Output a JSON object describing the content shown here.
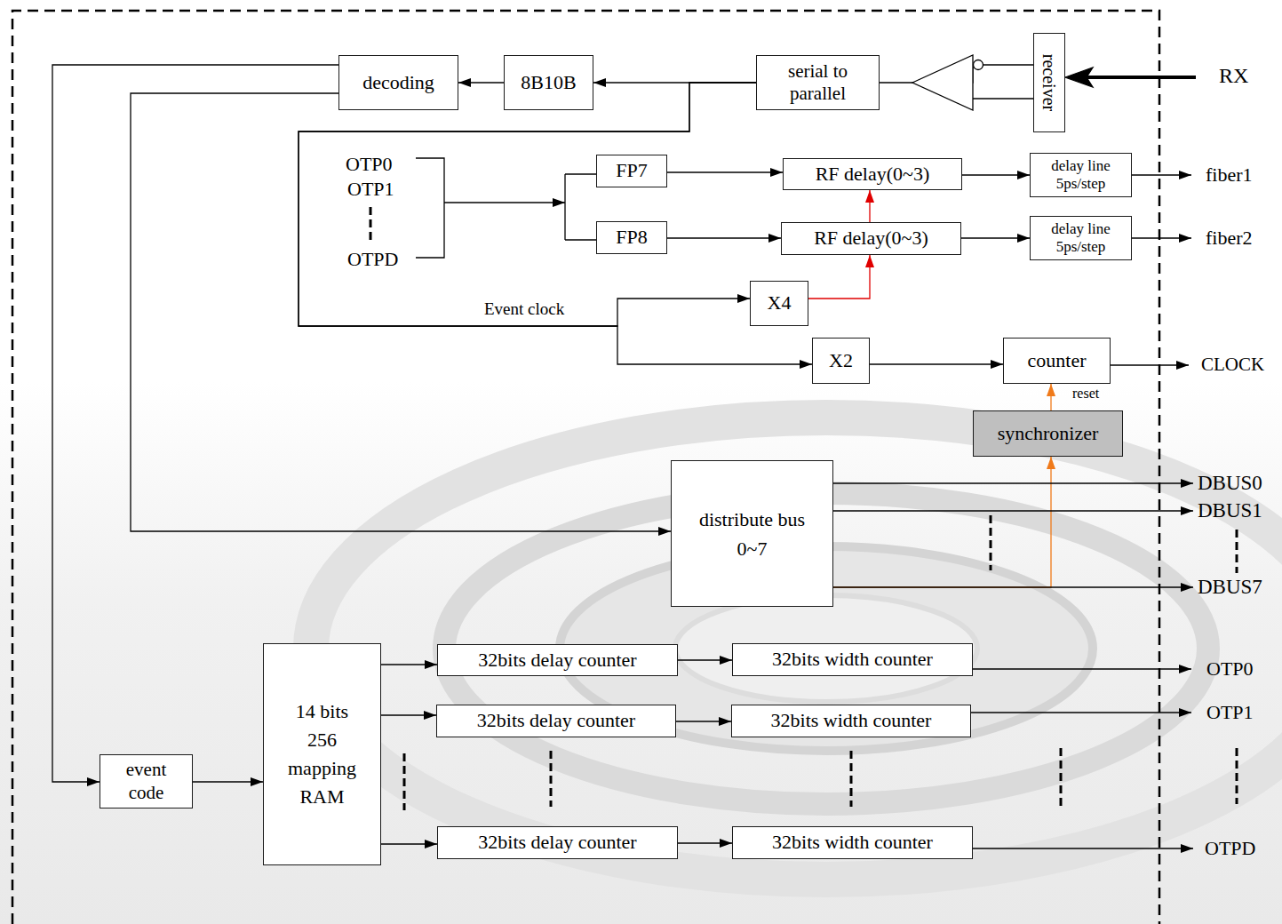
{
  "diagram": {
    "nodes": [
      {
        "text": [
          "receiver"
        ]
      },
      {
        "text": [
          "serial to parallel"
        ]
      },
      {
        "text": [
          "8B10B"
        ]
      },
      {
        "text": [
          "decoding"
        ]
      },
      {
        "text": [
          "FP7"
        ]
      },
      {
        "text": [
          "RF delay(0~3)"
        ]
      },
      {
        "text": [
          "delay line 5ps/step"
        ]
      },
      {
        "text": [
          "FP8"
        ]
      },
      {
        "text": [
          "RF delay(0~3)"
        ]
      },
      {
        "text": [
          "delay line 5ps/step"
        ]
      },
      {
        "text": [
          "X4"
        ]
      },
      {
        "text": [
          "X2"
        ]
      },
      {
        "text": [
          "counter"
        ]
      },
      {
        "text": [
          "synchronizer"
        ]
      },
      {
        "text": [
          "distribute bus 0~7"
        ]
      },
      {
        "text": [
          "14 bits 256 mapping RAM"
        ]
      },
      {
        "text": [
          "event code"
        ]
      },
      {
        "text": [
          "32bits delay counter"
        ]
      },
      {
        "text": [
          "32bits width counter"
        ]
      },
      {
        "text": [
          "32bits delay counter"
        ]
      },
      {
        "text": [
          "32bits width counter"
        ]
      },
      {
        "text": [
          "32bits delay counter"
        ]
      },
      {
        "text": [
          "32bits width counter"
        ]
      }
    ],
    "edges": [
      {
        "from": 0,
        "to": 1,
        "arrow": "none"
      },
      {
        "from": 1,
        "to": 2,
        "arrow": "to"
      },
      {
        "from": 1,
        "to": 10,
        "label": "Event clock",
        "arrow": "to"
      },
      {
        "from": 1,
        "to": 11,
        "arrow": "to"
      },
      {
        "from": 2,
        "to": 3,
        "arrow": "to"
      },
      {
        "from": 3,
        "to": 16,
        "arrow": "to"
      },
      {
        "from": 3,
        "to": 14,
        "arrow": "to"
      },
      {
        "from": 4,
        "to": 5,
        "arrow": "to"
      },
      {
        "from": 7,
        "to": 8,
        "arrow": "to"
      },
      {
        "from": 5,
        "to": 6,
        "arrow": "to"
      },
      {
        "from": 8,
        "to": 9,
        "arrow": "to"
      },
      {
        "from": 10,
        "to": 8,
        "arrow": "to"
      },
      {
        "from": 8,
        "to": 5,
        "arrow": "to"
      },
      {
        "from": 11,
        "to": 12,
        "arrow": "to"
      },
      {
        "from": 13,
        "to": 12,
        "label": "reset",
        "arrow": "to"
      },
      {
        "from": 14,
        "to": 13,
        "arrow": "to"
      },
      {
        "from": 16,
        "to": 15,
        "arrow": "to"
      },
      {
        "from": 15,
        "to": 17,
        "arrow": "to"
      },
      {
        "from": 15,
        "to": 19,
        "arrow": "to"
      },
      {
        "from": 15,
        "to": 21,
        "arrow": "to"
      },
      {
        "from": 17,
        "to": 18,
        "arrow": "to"
      },
      {
        "from": 19,
        "to": 20,
        "arrow": "to"
      },
      {
        "from": 21,
        "to": 22,
        "arrow": "to"
      }
    ],
    "labels": [
      "RX",
      "OTP0",
      "OTP1",
      "OTPD",
      "fiber1",
      "fiber2",
      "CLOCK",
      "DBUS0",
      "DBUS1",
      "DBUS7",
      "OTP0",
      "OTP1",
      "OTPD"
    ]
  }
}
